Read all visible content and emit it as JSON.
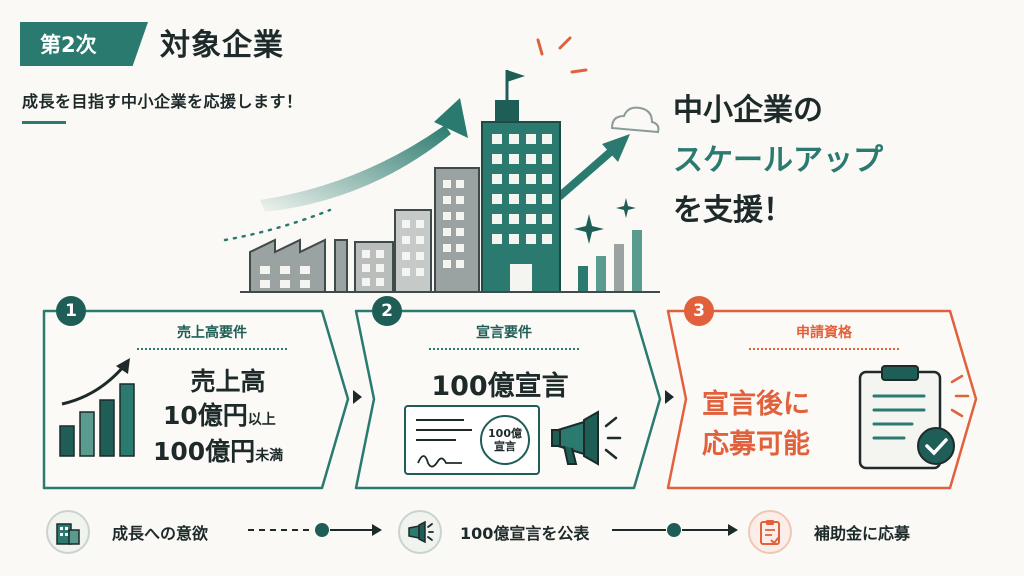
{
  "header": {
    "badge": "第2次",
    "title": "対象企業",
    "subtitle": "成長を目指す中小企業を応援します！"
  },
  "tagline": {
    "line1": "中小企業の",
    "line2": "スケールアップ",
    "line3": "を支援！"
  },
  "cards": [
    {
      "number": "1",
      "heading": "売上高要件",
      "lines": [
        "売上高",
        "10億円",
        "以上",
        "100億円",
        "未満"
      ]
    },
    {
      "number": "2",
      "heading": "宣言要件",
      "main": "100億宣言",
      "doc_seal": "100億宣言"
    },
    {
      "number": "3",
      "heading": "申請資格",
      "line1": "宣言後に",
      "line2": "応募可能"
    }
  ],
  "flow": [
    {
      "label": "成長への意欲",
      "icon": "building-icon"
    },
    {
      "label": "100億宣言を公表",
      "icon": "megaphone-icon"
    },
    {
      "label": "補助金に応募",
      "icon": "clipboard-icon"
    }
  ],
  "colors": {
    "teal": "#2b7a6f",
    "dark_teal": "#1f5e57",
    "orange": "#e2613d",
    "background": "#faf9f5"
  }
}
